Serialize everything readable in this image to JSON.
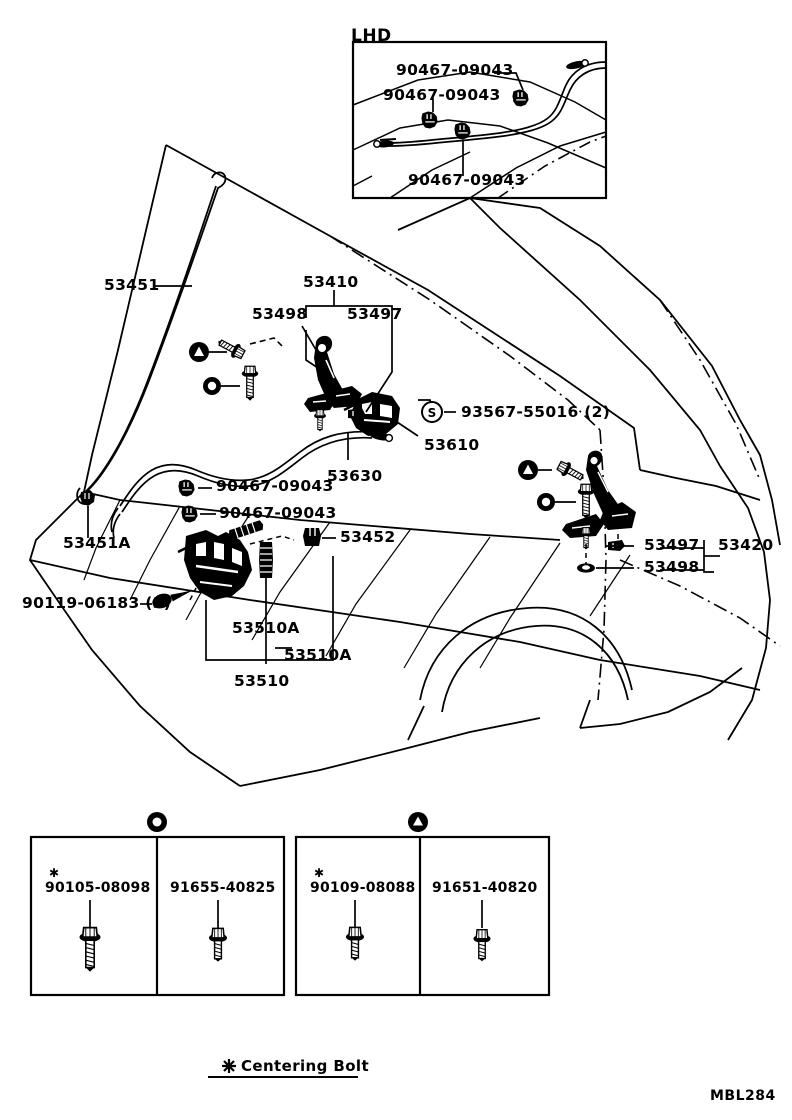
{
  "diagram": {
    "title_code": "MBL284",
    "inset": {
      "label": "LHD",
      "callouts": [
        {
          "id": "inset-clip-top",
          "text": "90467-09043"
        },
        {
          "id": "inset-clip-mid",
          "text": "90467-09043"
        },
        {
          "id": "inset-clip-bottom",
          "text": "90467-09043"
        }
      ]
    },
    "callouts": [
      {
        "id": "hood-support-rod",
        "text": "53451"
      },
      {
        "id": "hood-hinge-assy-lh",
        "text": "53410"
      },
      {
        "id": "hinge-washer-lh",
        "text": "53498"
      },
      {
        "id": "hinge-bolt-lh",
        "text": "53497"
      },
      {
        "id": "hood-lock-control-cable",
        "text": "53630"
      },
      {
        "id": "hood-lock-assy",
        "text": "53610"
      },
      {
        "id": "cable-screw",
        "text": "93567-55016 (2)"
      },
      {
        "id": "rod-clamp",
        "text": "53451A"
      },
      {
        "id": "cable-clip-upper",
        "text": "90467-09043"
      },
      {
        "id": "cable-clip-lower",
        "text": "90467-09043"
      },
      {
        "id": "hood-bumper",
        "text": "53452"
      },
      {
        "id": "lock-bolt",
        "text": "90119-06183 (3)"
      },
      {
        "id": "hood-lock-cushion-a",
        "text": "53510A"
      },
      {
        "id": "hood-lock-cushion-b",
        "text": "53510A"
      },
      {
        "id": "hood-lock-support",
        "text": "53510"
      },
      {
        "id": "hinge-bolt-rh",
        "text": "53497"
      },
      {
        "id": "hinge-washer-rh",
        "text": "53498"
      },
      {
        "id": "hood-hinge-assy-rh",
        "text": "53420"
      }
    ],
    "symbols": {
      "circle_marker": "circle-fill-marker",
      "triangle_marker": "triangle-fill-marker",
      "screw_marker": "S"
    },
    "legend": {
      "groups": [
        {
          "marker": "circle-fill-marker",
          "cells": [
            {
              "part": "90105-08098",
              "centering": true
            },
            {
              "part": "91655-40825",
              "centering": false
            }
          ]
        },
        {
          "marker": "triangle-fill-marker",
          "cells": [
            {
              "part": "90109-08088",
              "centering": true
            },
            {
              "part": "91651-40820",
              "centering": false
            }
          ]
        }
      ],
      "footnote": "Centering Bolt",
      "footnote_symbol": "centering-bolt-asterisk"
    }
  }
}
